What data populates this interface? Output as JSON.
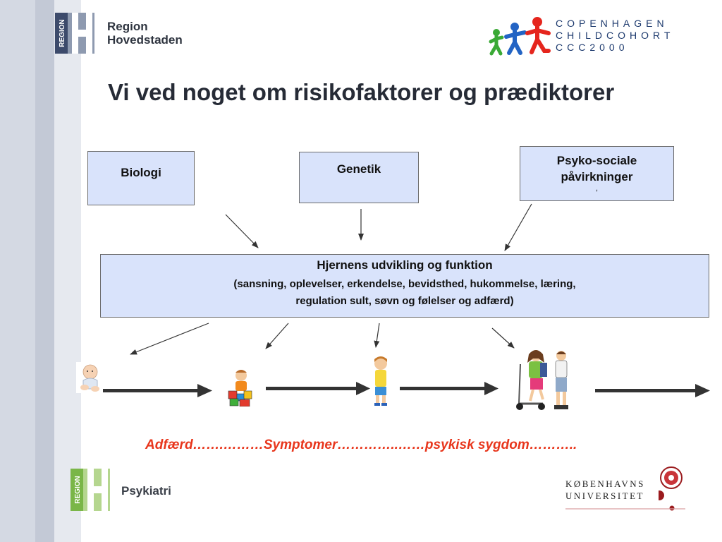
{
  "header": {
    "org_name_line1": "Region",
    "org_name_line2": "Hovedstaden",
    "org_badge": "REGION",
    "cohort_line1": "COPENHAGEN",
    "cohort_line2": "CHILDCOHORT",
    "cohort_line3": "CCC2000"
  },
  "title": "Vi ved noget om risikofaktorer og prædiktorer",
  "diagram": {
    "box_biologi": "Biologi",
    "box_genetik": "Genetik",
    "box_psyko_line1": "Psyko-sociale",
    "box_psyko_line2": "påvirkninger",
    "box_psyko_note": ",",
    "brain_line1": "Hjernens udvikling og funktion",
    "brain_line2": "(sansning, oplevelser, erkendelse, bevidsthed, hukommelse, læring,",
    "brain_line3": "regulation sult, søvn og følelser og adfærd)"
  },
  "caption": "Adfærd…….………Symptomer…………..……psykisk sygdom………..",
  "footer": {
    "psy_badge": "REGION",
    "psy_name": "Psykiatri",
    "ku_line1": "KØBENHAVNS",
    "ku_line2": "UNIVERSITET"
  },
  "colors": {
    "box_fill": "#d9e3fb",
    "caption": "#e8361c",
    "logo_blue": "#1d3a6e",
    "psy_green": "#7ab648",
    "ku_red": "#9b1b1e"
  }
}
